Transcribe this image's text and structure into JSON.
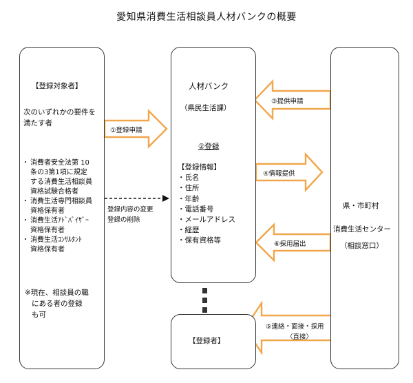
{
  "title": "愛知県消費生活相談員人材バンクの概要",
  "left_box": {
    "heading": "【登録対象者】",
    "requirement": [
      "次のいずれかの要件を",
      "満たす者"
    ],
    "items": [
      [
        "消費者安全法第 10",
        "条の3第1項に規定",
        "する消費生活相談員",
        "資格試験合格者"
      ],
      [
        "消費生活専門相談員",
        "資格保有者"
      ],
      [
        "消費生活ｱﾄﾞﾊﾞｲｻﾞｰ",
        "資格保有者"
      ],
      [
        "消費生活ｺﾝｻﾙﾀﾝﾄ",
        "資格保有者"
      ]
    ],
    "note": [
      "※現在、相談員の職",
      "にある者の登録",
      "も可"
    ]
  },
  "center_box": {
    "title": "人材バンク",
    "subtitle": "（県民生活課）",
    "registration": "②登録",
    "info_heading": "【登録情報】",
    "info_items": [
      "氏名",
      "住所",
      "年齢",
      "電話番号",
      "メールアドレス",
      "経歴",
      "保有資格等"
    ]
  },
  "right_box": {
    "lines": [
      "県・市町村",
      "消費生活センター",
      "（相談窓口）"
    ]
  },
  "registrant_box": {
    "label": "【登録者】"
  },
  "arrows": {
    "apply": "①登録申請",
    "change": [
      "登録内容の変更",
      "登録の削除"
    ],
    "provide_request": "③提供申請",
    "info_provide": "④情報提供",
    "hire_notice": "⑥採用届出",
    "contact": [
      "⑤連絡・面接・採用",
      "〈直接〉"
    ]
  },
  "colors": {
    "arrow_stroke": "#f0a64a",
    "box_border": "#333333"
  }
}
